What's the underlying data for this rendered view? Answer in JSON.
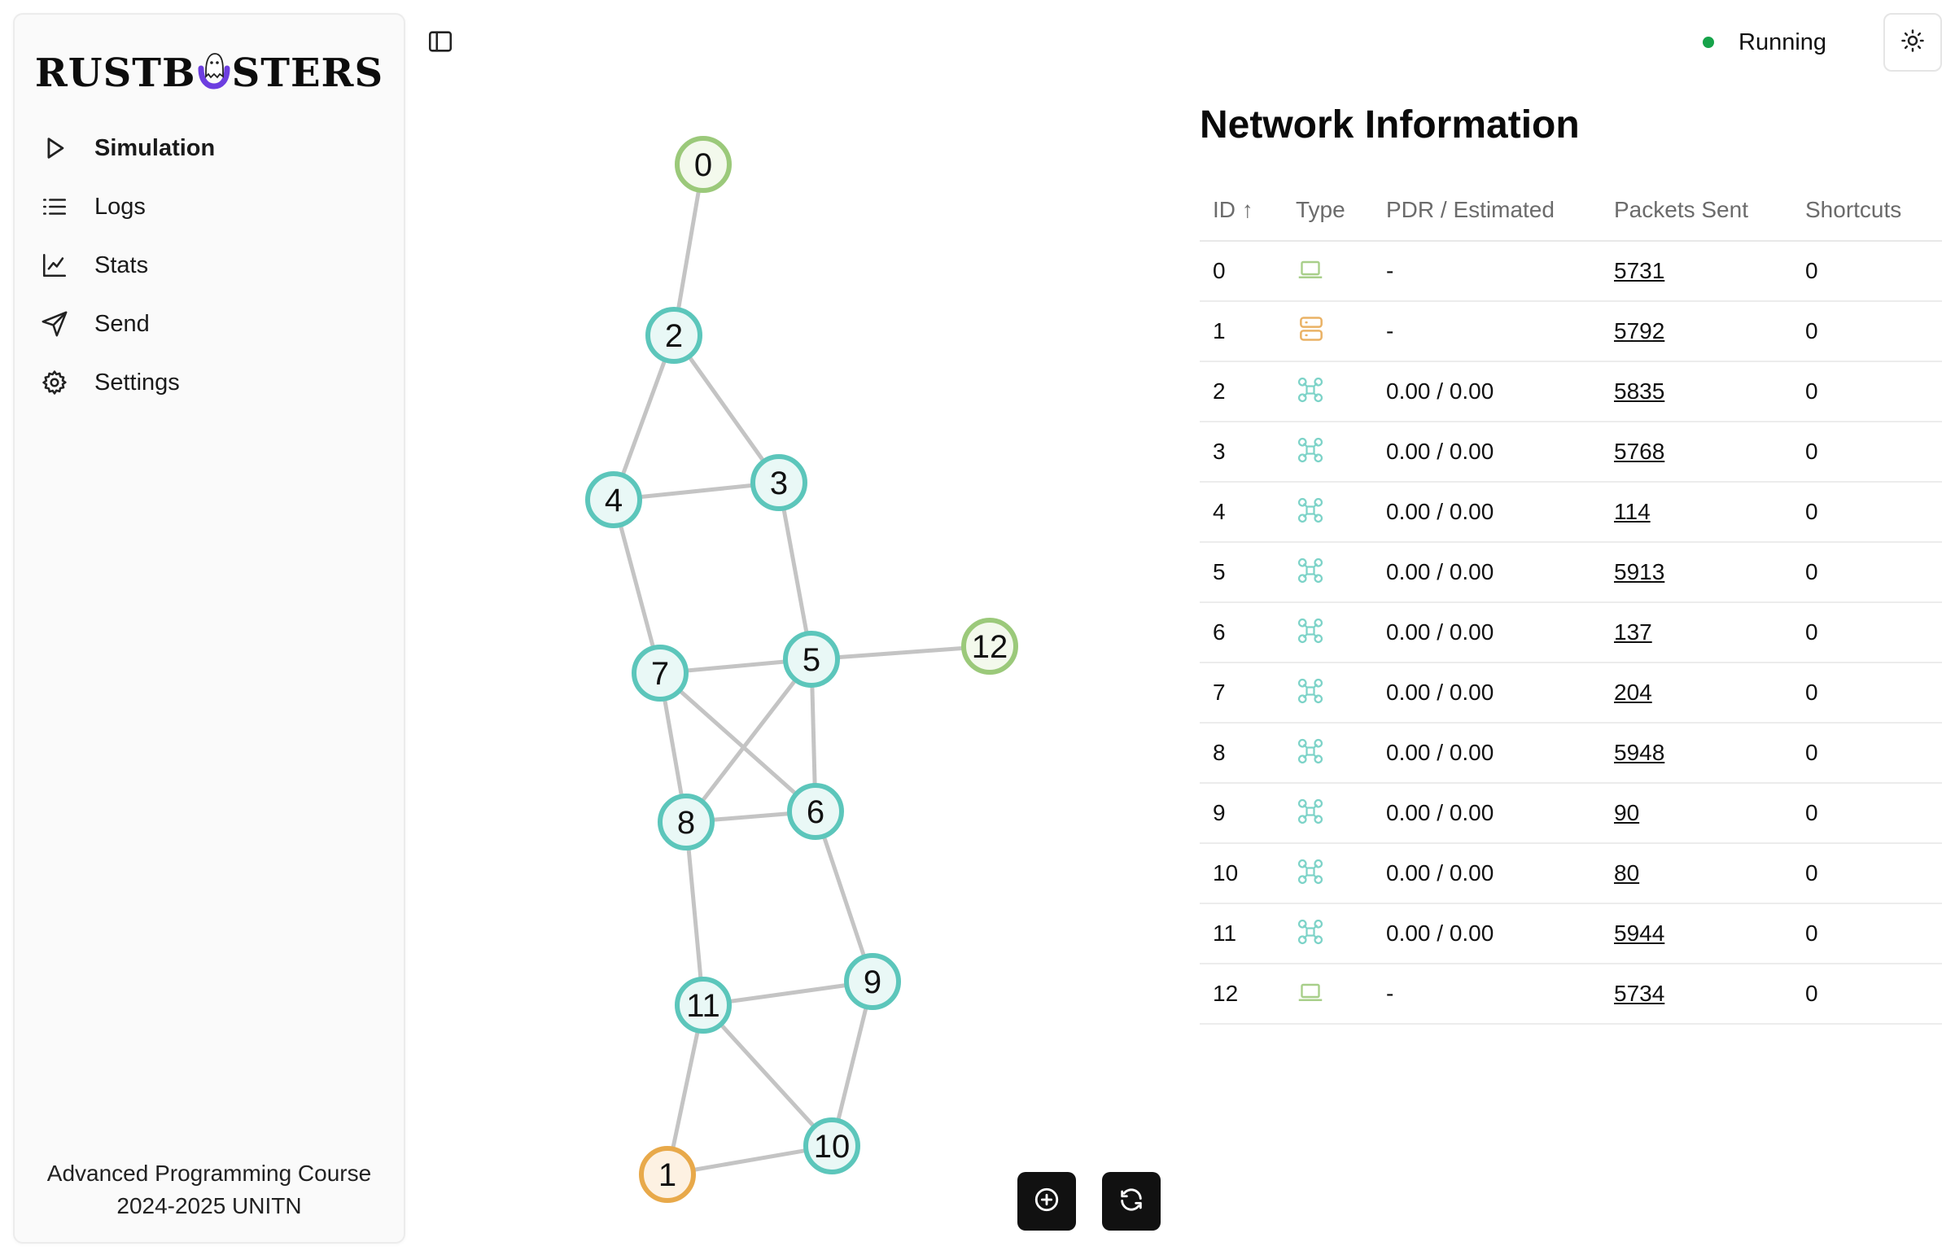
{
  "app": {
    "logo_left": "RUSTB",
    "logo_right": "STERS"
  },
  "sidebar": {
    "items": [
      {
        "label": "Simulation",
        "icon": "play-icon",
        "active": true
      },
      {
        "label": "Logs",
        "icon": "list-icon",
        "active": false
      },
      {
        "label": "Stats",
        "icon": "chart-icon",
        "active": false
      },
      {
        "label": "Send",
        "icon": "send-icon",
        "active": false
      },
      {
        "label": "Settings",
        "icon": "gear-icon",
        "active": false
      }
    ],
    "footer_line1": "Advanced Programming Course",
    "footer_line2": "2024-2025 UNITN"
  },
  "header": {
    "status_label": "Running",
    "status_color": "#16a34a"
  },
  "graph": {
    "nodes": [
      {
        "id": "0",
        "kind": "client"
      },
      {
        "id": "1",
        "kind": "server"
      },
      {
        "id": "2",
        "kind": "drone"
      },
      {
        "id": "3",
        "kind": "drone"
      },
      {
        "id": "4",
        "kind": "drone"
      },
      {
        "id": "5",
        "kind": "drone"
      },
      {
        "id": "6",
        "kind": "drone"
      },
      {
        "id": "7",
        "kind": "drone"
      },
      {
        "id": "8",
        "kind": "drone"
      },
      {
        "id": "9",
        "kind": "drone"
      },
      {
        "id": "10",
        "kind": "drone"
      },
      {
        "id": "11",
        "kind": "drone"
      },
      {
        "id": "12",
        "kind": "client"
      }
    ],
    "edges": [
      [
        "0",
        "2"
      ],
      [
        "2",
        "4"
      ],
      [
        "2",
        "3"
      ],
      [
        "4",
        "3"
      ],
      [
        "4",
        "7"
      ],
      [
        "3",
        "5"
      ],
      [
        "7",
        "5"
      ],
      [
        "5",
        "12"
      ],
      [
        "7",
        "8"
      ],
      [
        "7",
        "6"
      ],
      [
        "5",
        "8"
      ],
      [
        "5",
        "6"
      ],
      [
        "8",
        "6"
      ],
      [
        "8",
        "11"
      ],
      [
        "6",
        "9"
      ],
      [
        "11",
        "9"
      ],
      [
        "11",
        "1"
      ],
      [
        "11",
        "10"
      ],
      [
        "9",
        "10"
      ],
      [
        "1",
        "10"
      ]
    ],
    "colors": {
      "client_stroke": "#9bc97a",
      "client_fill": "#f3f9ec",
      "server_stroke": "#e8a94a",
      "server_fill": "#fdf1e2",
      "drone_stroke": "#5cc6bb",
      "drone_fill": "#e9f8f6",
      "edge": "#c4c4c4"
    },
    "controls": [
      {
        "name": "add-node-button",
        "icon": "plus-circle-icon"
      },
      {
        "name": "refresh-button",
        "icon": "refresh-icon"
      }
    ]
  },
  "info": {
    "title": "Network Information",
    "columns": [
      "ID",
      "Type",
      "PDR / Estimated",
      "Packets Sent",
      "Shortcuts"
    ],
    "sort_indicator": "↑",
    "rows": [
      {
        "id": "0",
        "type": "client",
        "pdr": "-",
        "packets": "5731",
        "shortcuts": "0"
      },
      {
        "id": "1",
        "type": "server",
        "pdr": "-",
        "packets": "5792",
        "shortcuts": "0"
      },
      {
        "id": "2",
        "type": "drone",
        "pdr": "0.00 / 0.00",
        "packets": "5835",
        "shortcuts": "0"
      },
      {
        "id": "3",
        "type": "drone",
        "pdr": "0.00 / 0.00",
        "packets": "5768",
        "shortcuts": "0"
      },
      {
        "id": "4",
        "type": "drone",
        "pdr": "0.00 / 0.00",
        "packets": "114",
        "shortcuts": "0"
      },
      {
        "id": "5",
        "type": "drone",
        "pdr": "0.00 / 0.00",
        "packets": "5913",
        "shortcuts": "0"
      },
      {
        "id": "6",
        "type": "drone",
        "pdr": "0.00 / 0.00",
        "packets": "137",
        "shortcuts": "0"
      },
      {
        "id": "7",
        "type": "drone",
        "pdr": "0.00 / 0.00",
        "packets": "204",
        "shortcuts": "0"
      },
      {
        "id": "8",
        "type": "drone",
        "pdr": "0.00 / 0.00",
        "packets": "5948",
        "shortcuts": "0"
      },
      {
        "id": "9",
        "type": "drone",
        "pdr": "0.00 / 0.00",
        "packets": "90",
        "shortcuts": "0"
      },
      {
        "id": "10",
        "type": "drone",
        "pdr": "0.00 / 0.00",
        "packets": "80",
        "shortcuts": "0"
      },
      {
        "id": "11",
        "type": "drone",
        "pdr": "0.00 / 0.00",
        "packets": "5944",
        "shortcuts": "0"
      },
      {
        "id": "12",
        "type": "client",
        "pdr": "-",
        "packets": "5734",
        "shortcuts": "0"
      }
    ]
  }
}
